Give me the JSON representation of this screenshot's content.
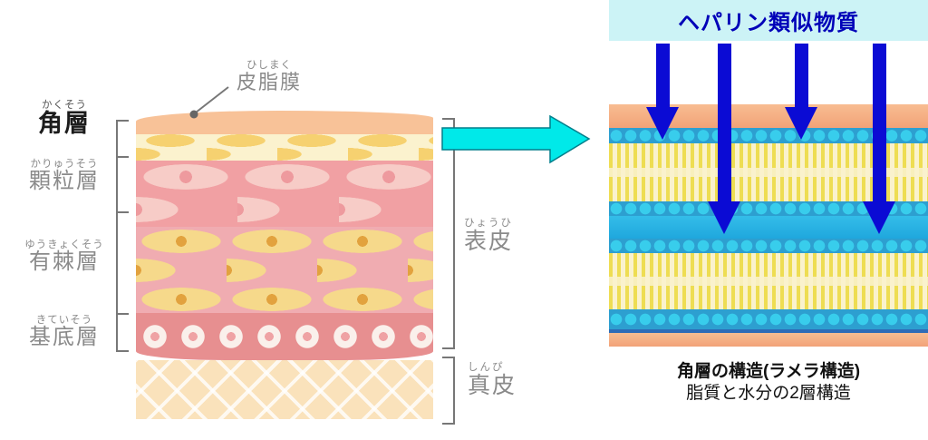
{
  "left_panel": {
    "sebum_label": {
      "furigana": "ひしまく",
      "text": "皮脂膜"
    },
    "layer_labels": [
      {
        "furigana": "かくそう",
        "text": "角層"
      },
      {
        "furigana": "かりゅうそう",
        "text": "顆粒層"
      },
      {
        "furigana": "ゆうきょくそう",
        "text": "有棘層"
      },
      {
        "furigana": "きていそう",
        "text": "基底層"
      }
    ],
    "region_labels": [
      {
        "furigana": "ひょうひ",
        "text": "表皮"
      },
      {
        "furigana": "しんぴ",
        "text": "真皮"
      }
    ]
  },
  "right_panel": {
    "title": "ヘパリン類似物質",
    "caption_line1": "角層の構造(ラメラ構造)",
    "caption_line2": "脂質と水分の2層構造"
  },
  "colors": {
    "title-blue": "#0000b8",
    "arrow-blue": "#0b0bd4",
    "banner-bg": "#ccf3f6",
    "flow-arrow-cyan": "#00e9e9",
    "flow-arrow-border": "#007f8c",
    "label-gray": "#8a8a8a",
    "label-black": "#1c1c1c"
  }
}
